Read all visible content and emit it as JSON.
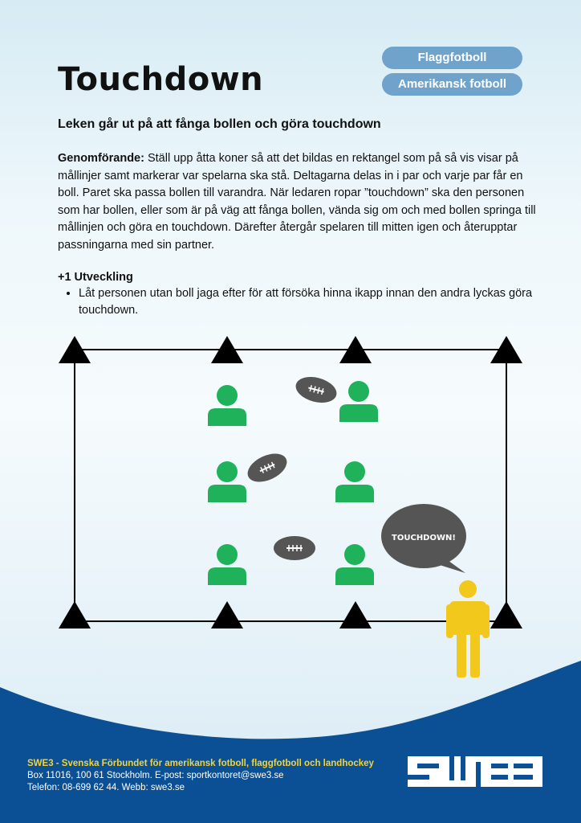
{
  "header": {
    "title": "Touchdown",
    "tags": [
      "Flaggfotboll",
      "Amerikansk fotboll"
    ]
  },
  "subtitle": "Leken går ut på att fånga bollen och göra touchdown",
  "description": {
    "label": "Genomförande:",
    "text": " Ställ upp åtta koner så att det bildas en rektangel som på så vis visar på mållinjer samt markerar var spelarna ska stå. Deltagarna delas in i par och varje par får en boll. Paret ska passa bollen till varandra. När ledaren ropar ”touchdown” ska den personen som har bollen, eller som är på väg att fånga bollen, vända sig om och med bollen springa till mållinjen och göra en touchdown. Därefter återgår spelaren till mitten igen och återupptar passningarna med sin partner."
  },
  "development": {
    "heading": "+1 Utveckling",
    "items": [
      "Låt personen utan boll jaga efter för att försöka hinna ikapp innan den andra lyckas göra touchdown."
    ]
  },
  "diagram": {
    "speech": "TOUCHDOWN!",
    "colors": {
      "player": "#1fb25a",
      "leader": "#f2c81c",
      "ball": "#555555",
      "cone": "#000000"
    }
  },
  "footer": {
    "org": "SWE3 - Svenska Förbundet för amerikansk fotboll, flaggfotboll och landhockey",
    "address": "Box 11016, 100 61 Stockholm. E-post: sportkontoret@swe3.se",
    "contact": "Telefon: 08-699 62 44. Webb: swe3.se",
    "logo": "SWE3",
    "color": "#0b4f94"
  }
}
